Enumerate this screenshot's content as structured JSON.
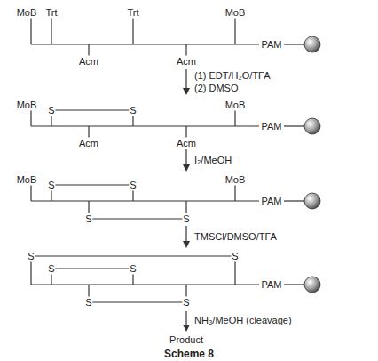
{
  "diagram": {
    "caption": "Scheme 8",
    "labels": [
      "MoB",
      "Trt",
      "Trt",
      "MoB",
      "PAM",
      "Acm",
      "Acm",
      "(1) EDT/H₂O/TFA",
      "(2) DMSO",
      "MoB",
      "S",
      "S",
      "MoB",
      "PAM",
      "Acm",
      "Acm",
      "I₂/MeOH",
      "MoB",
      "S",
      "S",
      "MoB",
      "PAM",
      "S",
      "S",
      "TMSCl/DMSO/TFA",
      "S",
      "S",
      "S",
      "S",
      "PAM",
      "S",
      "S",
      "NH₃/MeOH (cleavage)",
      "Product"
    ]
  }
}
